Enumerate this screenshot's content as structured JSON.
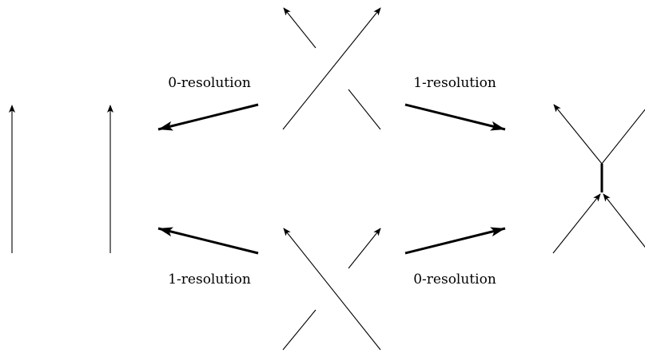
{
  "labels": {
    "top_left": "0-resolution",
    "top_right": "1-resolution",
    "bottom_left": "1-resolution",
    "bottom_right": "0-resolution"
  },
  "colors": {
    "stroke": "#000000",
    "background": "#ffffff"
  }
}
